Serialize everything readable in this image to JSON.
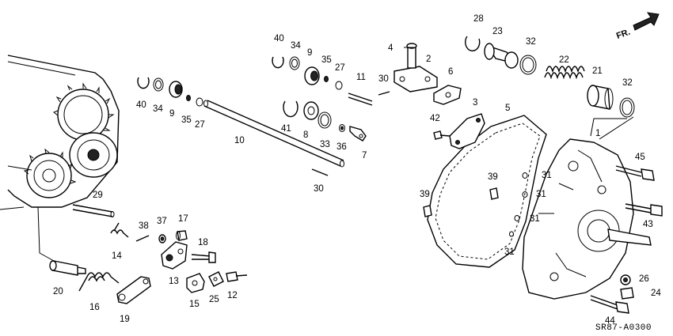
{
  "diagram": {
    "code": "SR87-A0300",
    "direction_label": "FR.",
    "callouts": [
      "1",
      "2",
      "3",
      "4",
      "5",
      "6",
      "7",
      "8",
      "9",
      "9",
      "10",
      "11",
      "12",
      "13",
      "14",
      "15",
      "16",
      "17",
      "18",
      "19",
      "20",
      "21",
      "22",
      "23",
      "24",
      "25",
      "26",
      "27",
      "27",
      "28",
      "29",
      "30",
      "30",
      "31",
      "31",
      "31",
      "31",
      "32",
      "32",
      "33",
      "34",
      "34",
      "35",
      "35",
      "36",
      "37",
      "38",
      "39",
      "39",
      "40",
      "40",
      "41",
      "42",
      "43",
      "44",
      "45"
    ]
  }
}
